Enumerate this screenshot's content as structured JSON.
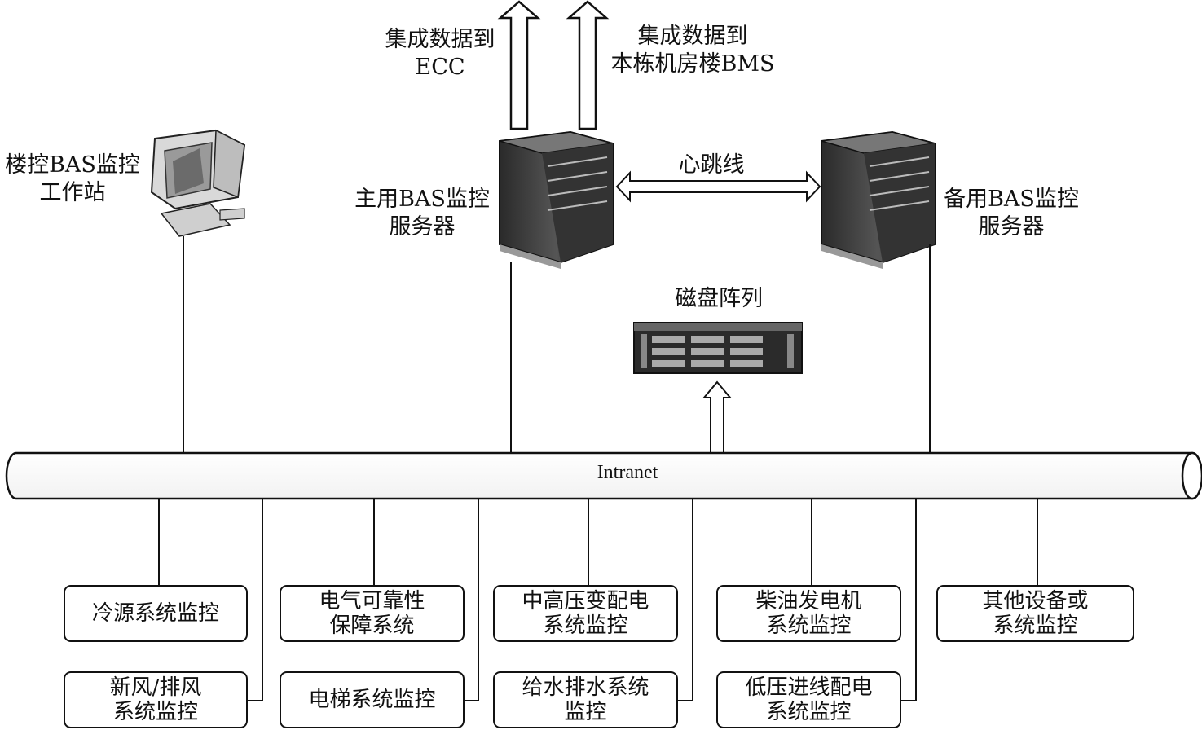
{
  "top_arrows": {
    "ecc": [
      "集成数据到",
      "ECC"
    ],
    "bms": [
      "集成数据到",
      "本栋机房楼BMS"
    ]
  },
  "workstation": [
    "楼控BAS监控",
    "工作站"
  ],
  "main_server": [
    "主用BAS监控",
    "服务器"
  ],
  "backup_server": [
    "备用BAS监控",
    "服务器"
  ],
  "heartbeat": "心跳线",
  "disk_array": "磁盘阵列",
  "bus": "Intranet",
  "subsystems_row1": [
    [
      "冷源系统监控"
    ],
    [
      "电气可靠性",
      "保障系统"
    ],
    [
      "中高压变配电",
      "系统监控"
    ],
    [
      "柴油发电机",
      "系统监控"
    ],
    [
      "其他设备或",
      "系统监控"
    ]
  ],
  "subsystems_row2": [
    [
      "新风/排风",
      "系统监控"
    ],
    [
      "电梯系统监控"
    ],
    [
      "给水排水系统",
      "监控"
    ],
    [
      "低压进线配电",
      "系统监控"
    ]
  ],
  "colors": {
    "line": "#111111",
    "server_dark": "#1a1a1a",
    "server_mid": "#555555"
  }
}
